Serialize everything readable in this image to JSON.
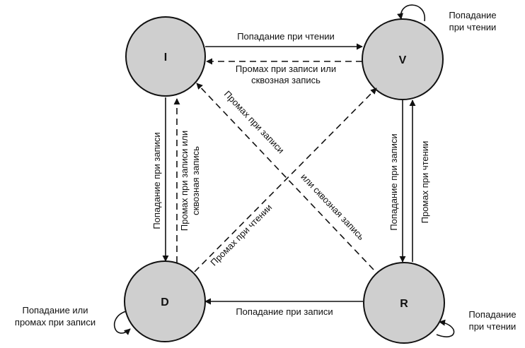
{
  "states": {
    "I": "I",
    "V": "V",
    "D": "D",
    "R": "R"
  },
  "labels": {
    "i_to_v": "Попадание при чтении",
    "v_to_i_line1": "Промах при записи или",
    "v_to_i_line2": "сквозная запись",
    "v_self_line1": "Попадание",
    "v_self_line2": "при чтении",
    "i_to_d": "Попадание при  записи",
    "d_to_i_line1": "Промах при записи или",
    "d_to_i_line2": "сквозная запись",
    "v_to_r": "Попадание при записи",
    "r_to_v": "Промах при чтении",
    "r_to_i_part1": "Промах при записи",
    "r_to_i_part2": "или сквозная запись",
    "d_to_v": "Промах при чтении",
    "r_to_d": "Попадание при записи",
    "d_self_line1": "Попадание или",
    "d_self_line2": "промах при записи",
    "r_self_line1": "Попадание",
    "r_self_line2": "при чтении"
  }
}
